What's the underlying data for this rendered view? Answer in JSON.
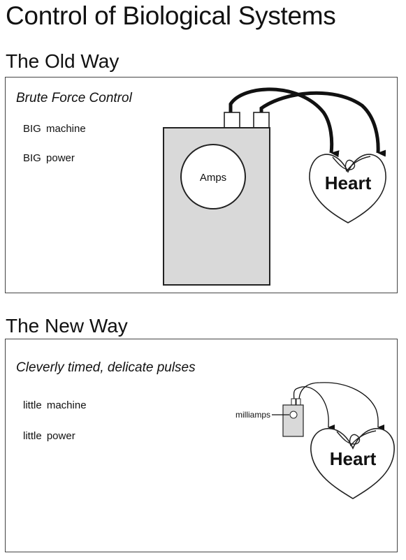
{
  "title": "Control of Biological Systems",
  "old_way": {
    "heading": "The Old Way",
    "subtitle": "Brute Force Control",
    "specs": [
      "BIG machine",
      "BIG power"
    ],
    "machine_label": "Amps",
    "heart_label": "Heart"
  },
  "new_way": {
    "heading": "The New Way",
    "subtitle": "Cleverly timed, delicate pulses",
    "specs": [
      "little machine",
      "little power"
    ],
    "machine_label": "milliamps",
    "heart_label": "Heart"
  },
  "colors": {
    "ink": "#111111",
    "machine_fill": "#d9d9d9",
    "background": "#ffffff"
  }
}
